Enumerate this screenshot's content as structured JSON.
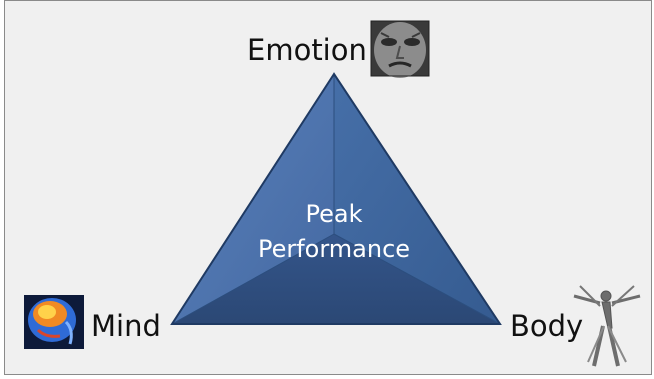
{
  "diagram": {
    "center_label_line1": "Peak",
    "center_label_line2": "Performance",
    "top_label": "Emotion",
    "left_label": "Mind",
    "right_label": "Body"
  },
  "icons": {
    "top": "face-photo",
    "left": "brain-scan-image",
    "right": "human-figure-image"
  },
  "colors": {
    "triangle_left_face": "#4d74ad",
    "triangle_right_face": "#3d659d",
    "triangle_bottom_face": "#2f4f7c",
    "triangle_edge": "#1f3a63",
    "background": "#f0f0f0"
  }
}
